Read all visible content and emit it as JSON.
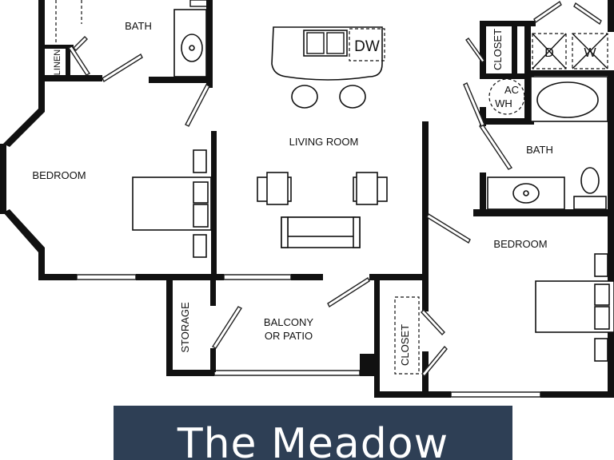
{
  "plan_name": "The Meadow",
  "colors": {
    "banner": "#2e3f55",
    "wall": "#111111",
    "background": "#ffffff"
  },
  "rooms": {
    "bath_top": "BATH",
    "linen": "LINEN",
    "bedroom_left": "BEDROOM",
    "living_room": "LIVING ROOM",
    "storage": "STORAGE",
    "balcony_line1": "BALCONY",
    "balcony_line2": "OR PATIO",
    "closet_top": "CLOSET",
    "bath_right": "BATH",
    "bedroom_right": "BEDROOM",
    "closet_bottom": "CLOSET"
  },
  "appliances": {
    "dishwasher": "DW",
    "dryer": "D",
    "washer": "W",
    "ac": "AC",
    "water_heater": "WH"
  }
}
